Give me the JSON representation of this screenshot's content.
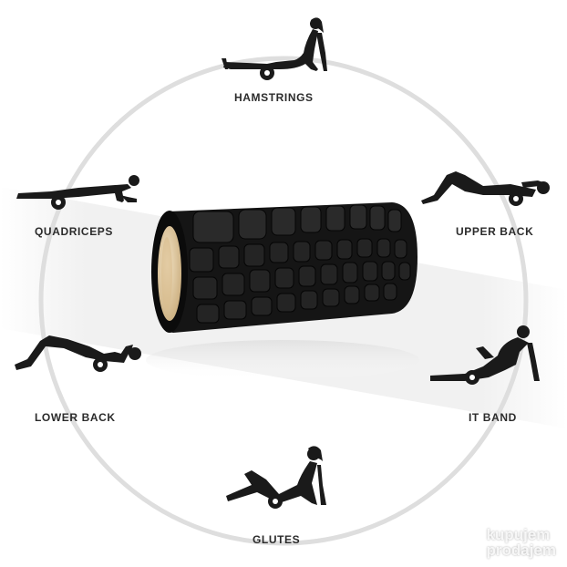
{
  "exercises": {
    "hamstrings": "HAMSTRINGS",
    "quadriceps": "QUADRICEPS",
    "upper_back": "UPPER BACK",
    "lower_back": "LOWER BACK",
    "it_band": "IT BAND",
    "glutes": "GLUTES"
  },
  "watermark": {
    "line1": "kupujem",
    "line2": "prodajem"
  },
  "colors": {
    "roller": "#141414",
    "roller_core": "#e2cba4",
    "ring": "#dcdcdc",
    "silhouette": "#1a1a1a",
    "band": "#efefef"
  },
  "icons": [
    "foam-roller",
    "person-silhouette"
  ]
}
